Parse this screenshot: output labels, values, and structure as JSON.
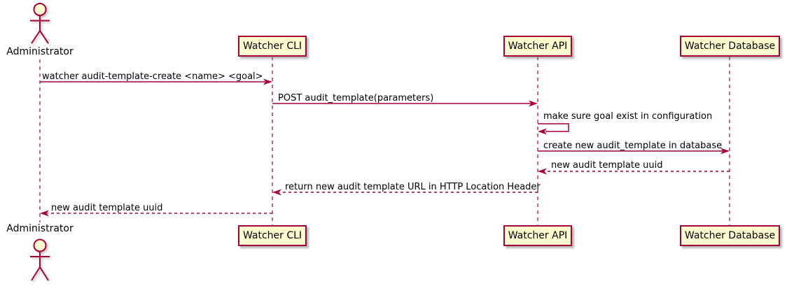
{
  "diagram": {
    "type": "uml-sequence-diagram",
    "colors": {
      "accent": "#A80036",
      "participant_fill": "#FEFECE",
      "background": "#FFFFFF",
      "text": "#000000"
    },
    "participants": [
      {
        "id": "administrator",
        "label": "Administrator",
        "kind": "actor"
      },
      {
        "id": "watcher-cli",
        "label": "Watcher CLI",
        "kind": "participant"
      },
      {
        "id": "watcher-api",
        "label": "Watcher API",
        "kind": "participant"
      },
      {
        "id": "watcher-database",
        "label": "Watcher Database",
        "kind": "participant"
      }
    ],
    "messages": [
      {
        "from": "Administrator",
        "to": "Watcher CLI",
        "text": "watcher audit-template-create <name> <goal>",
        "line": "solid"
      },
      {
        "from": "Watcher CLI",
        "to": "Watcher API",
        "text": "POST audit_template(parameters)",
        "line": "solid"
      },
      {
        "from": "Watcher API",
        "to": "Watcher API",
        "text": "make sure goal exist in configuration",
        "line": "self"
      },
      {
        "from": "Watcher API",
        "to": "Watcher Database",
        "text": "create new audit_template in database",
        "line": "solid"
      },
      {
        "from": "Watcher Database",
        "to": "Watcher API",
        "text": "new audit template uuid",
        "line": "dashed"
      },
      {
        "from": "Watcher API",
        "to": "Watcher CLI",
        "text": "return new audit template URL in HTTP Location Header",
        "line": "dashed"
      },
      {
        "from": "Watcher CLI",
        "to": "Administrator",
        "text": "new audit template uuid",
        "line": "dashed"
      }
    ]
  }
}
